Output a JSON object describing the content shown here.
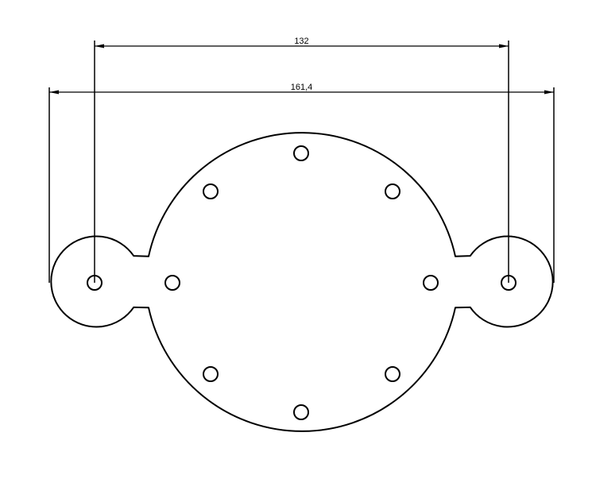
{
  "drawing": {
    "dimensions": [
      {
        "id": "inner-span",
        "label": "132"
      },
      {
        "id": "outer-span",
        "label": "161,4"
      }
    ]
  }
}
